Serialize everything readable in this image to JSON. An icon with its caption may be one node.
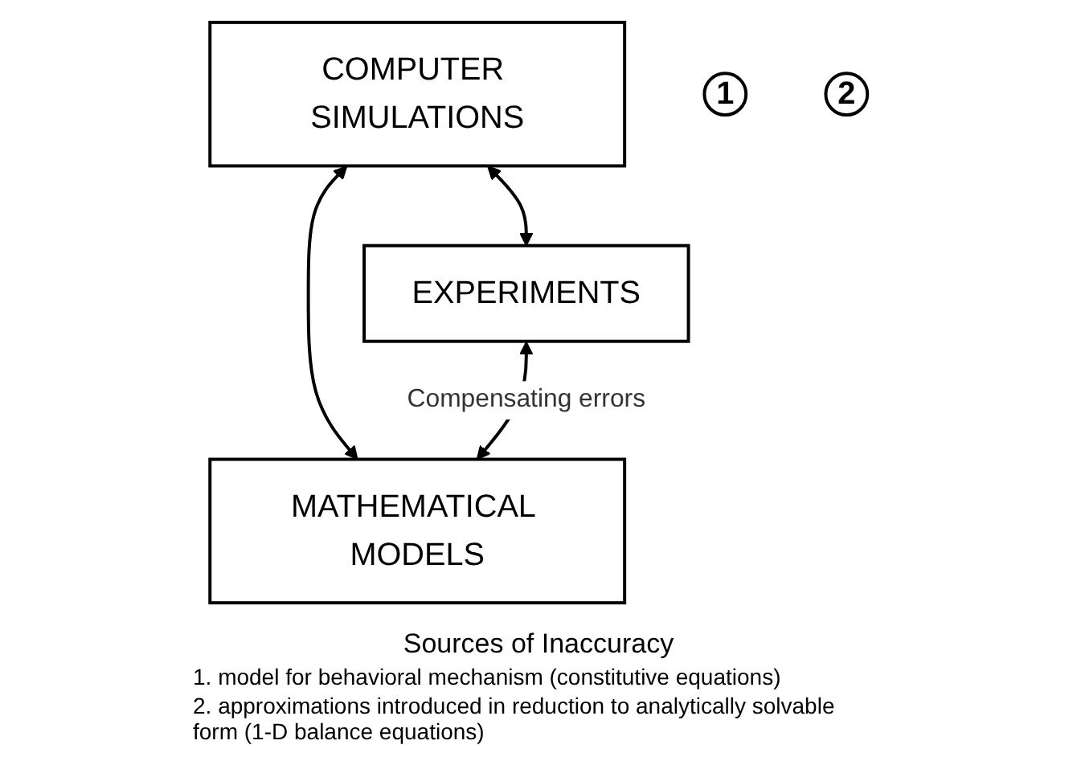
{
  "diagram": {
    "nodes": [
      {
        "text": [
          "COMPUTER SIMULATIONS"
        ]
      },
      {
        "text": [
          "EXPERIMENTS"
        ]
      },
      {
        "text": [
          "MATHEMATICAL MODELS"
        ]
      },
      {
        "text": [
          "1"
        ]
      },
      {
        "text": [
          "2"
        ]
      }
    ],
    "edges": [
      {
        "from": 0,
        "to": 1,
        "arrow": "both"
      },
      {
        "from": 0,
        "to": 2,
        "arrow": "both"
      },
      {
        "from": 1,
        "to": 2,
        "arrow": "both",
        "label": "Compensating errors"
      }
    ],
    "labels": [
      "Sources of Inaccuracy",
      "1. model for behavioral mechanism (constitutive equations)",
      "2. approximations introduced in reduction to analytically solvable form (1-D balance equations)"
    ]
  }
}
